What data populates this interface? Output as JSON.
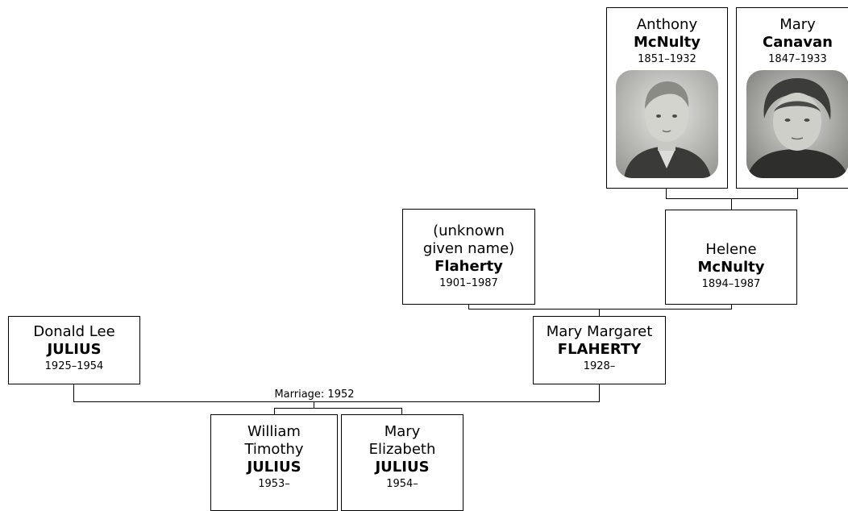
{
  "tree": {
    "marriage": {
      "label": "Marriage: 1952"
    },
    "people": {
      "anthony": {
        "given": "Anthony",
        "surname": "McNulty",
        "dates": "1851–1932",
        "photo": "boy-portrait-photo"
      },
      "mary_canavan": {
        "given": "Mary",
        "surname": "Canavan",
        "dates": "1847–1933",
        "photo": "woman-portrait-photo"
      },
      "unknown": {
        "given_line1": "(unknown",
        "given_line2": "given name)",
        "surname": "Flaherty",
        "dates": "1901–1987"
      },
      "helene": {
        "given": "Helene",
        "surname": "McNulty",
        "dates": "1894–1987"
      },
      "donald": {
        "given": "Donald Lee",
        "surname": "JULIUS",
        "dates": "1925–1954"
      },
      "mary_margaret": {
        "given": "Mary Margaret",
        "surname": "FLAHERTY",
        "dates": "1928–"
      },
      "william": {
        "given_line1": "William",
        "given_line2": "Timothy",
        "surname": "JULIUS",
        "dates": "1953–"
      },
      "mary_elizabeth": {
        "given_line1": "Mary",
        "given_line2": "Elizabeth",
        "surname": "JULIUS",
        "dates": "1954–"
      }
    }
  }
}
